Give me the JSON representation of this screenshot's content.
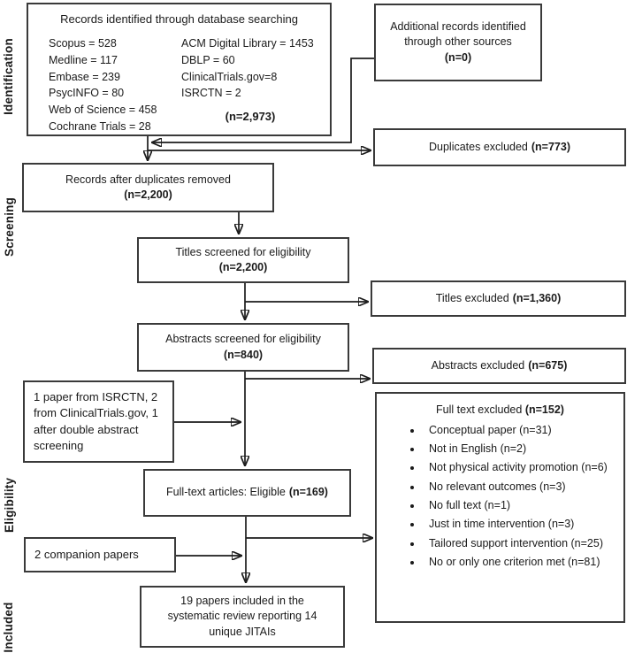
{
  "diagram": {
    "colors": {
      "ink": "#1a1a1a",
      "border": "#3a3a3a",
      "background": "#ffffff"
    },
    "stages": {
      "identification": "Identification",
      "screening": "Screening",
      "eligibility": "Eligibility",
      "included": "Included"
    },
    "boxes": {
      "database_records": {
        "title": "Records identified through database searching",
        "sources_left": [
          "Scopus = 528",
          "Medline = 117",
          "Embase = 239",
          "PsycINFO = 80",
          "Web of Science = 458",
          "Cochrane Trials = 28"
        ],
        "sources_right": [
          "ACM Digital Library = 1453",
          "DBLP = 60",
          "ClinicalTrials.gov=8",
          "ISRCTN = 2"
        ],
        "total": "(n=2,973)"
      },
      "additional_records": {
        "text": "Additional records identified through other sources",
        "n": "(n=0)"
      },
      "duplicates_excluded": {
        "text": "Duplicates excluded",
        "n": "(n=773)"
      },
      "after_duplicates": {
        "text": "Records after duplicates removed",
        "n": "(n=2,200)"
      },
      "titles_screened": {
        "text": "Titles screened for eligibility",
        "n": "(n=2,200)"
      },
      "titles_excluded": {
        "text": "Titles excluded",
        "n": "(n=1,360)"
      },
      "abstracts_screened": {
        "text": "Abstracts screened for eligibility",
        "n": "(n=840)"
      },
      "abstracts_excluded": {
        "text": "Abstracts excluded",
        "n": "(n=675)"
      },
      "registry_papers": {
        "text": "1 paper from ISRCTN, 2 from ClinicalTrials.gov, 1 after double abstract screening"
      },
      "fulltext_eligible": {
        "text": "Full-text articles: Eligible",
        "n": "(n=169)"
      },
      "fulltext_excluded": {
        "title": "Full text excluded",
        "n": "(n=152)",
        "reasons": [
          "Conceptual paper (n=31)",
          "Not in English (n=2)",
          "Not physical activity promotion (n=6)",
          "No relevant outcomes (n=3)",
          "No full text (n=1)",
          "Just in time intervention (n=3)",
          "Tailored support intervention (n=25)",
          "No or only one criterion met (n=81)"
        ]
      },
      "companion_papers": {
        "text": "2 companion papers"
      },
      "included_papers": {
        "text": "19 papers included in the systematic review reporting 14 unique JITAIs"
      }
    }
  }
}
